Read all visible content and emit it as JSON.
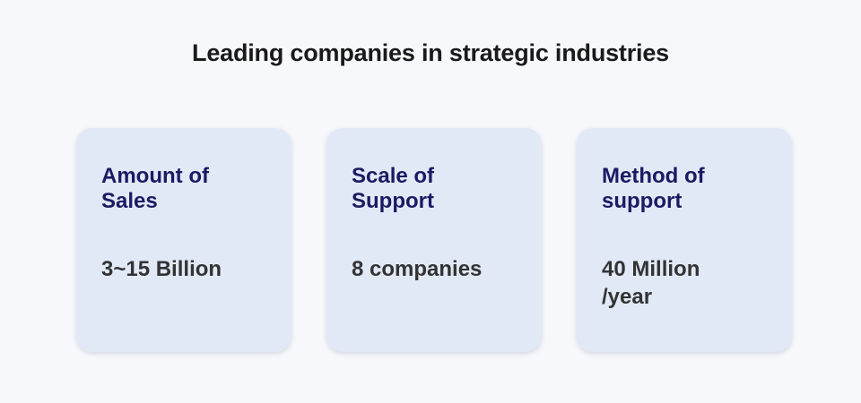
{
  "title": "Leading companies in strategic industries",
  "cards": [
    {
      "heading": "Amount of\nSales",
      "value": "3~15 Billion"
    },
    {
      "heading": "Scale of\nSupport",
      "value": "8 companies"
    },
    {
      "heading": "Method of\nsupport",
      "value": "40 Million\n/year"
    }
  ],
  "colors": {
    "background": "#f7f8fc",
    "card_background": "#e1e9f7",
    "heading_color": "#1c1a63",
    "value_color": "#333333",
    "title_color": "#1a1a1a"
  }
}
